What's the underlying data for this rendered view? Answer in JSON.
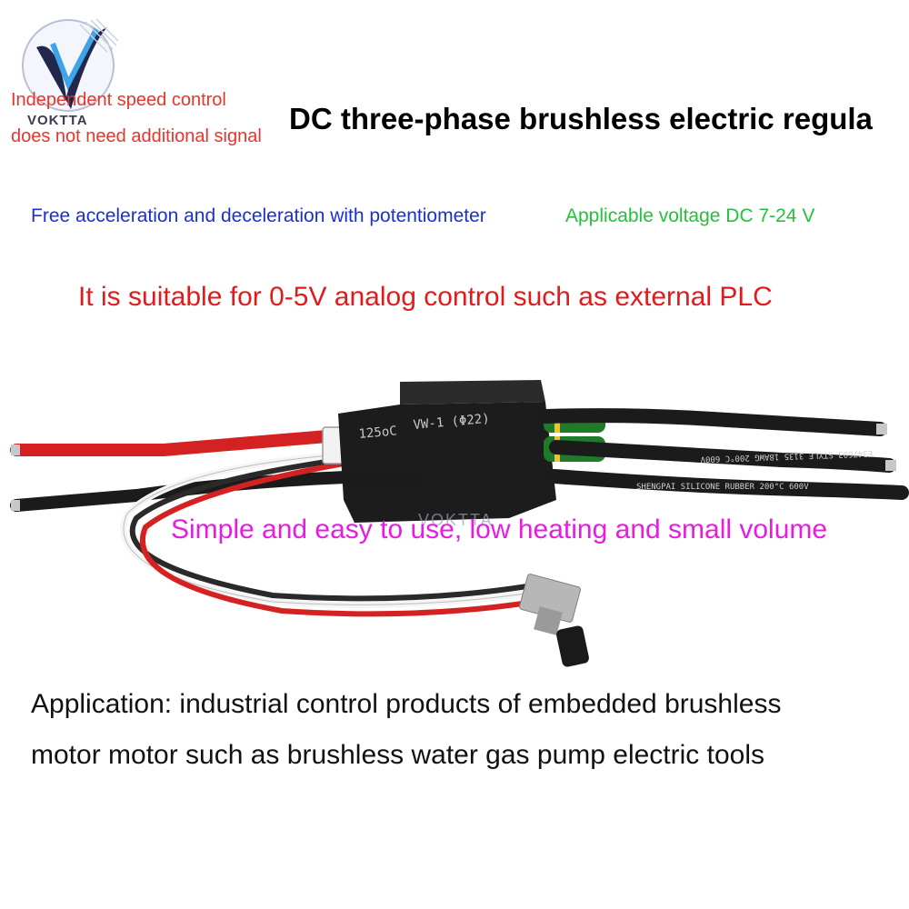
{
  "brand": {
    "logo_name": "VOKTTA"
  },
  "notes": {
    "line1": "Independent speed control",
    "line2": "does not need additional signal"
  },
  "title": "DC three-phase brushless electric regula",
  "features": {
    "acceleration": "Free acceleration and deceleration with potentiometer",
    "voltage": "Applicable voltage DC 7-24 V"
  },
  "plc": "It is suitable for 0-5V analog control such as external PLC",
  "usability": "Simple and easy to use, low heating and small volume",
  "application": {
    "line1": "Application: industrial control products of embedded brushless",
    "line2": "motor motor such as brushless water gas pump electric tools"
  },
  "product_labels": {
    "temp": "125oC",
    "rating": "VW-1 (Φ22)",
    "cable1": "E347603 STYLE 3135 18AWG 200°C 600V",
    "cable2": "SHENGPAI SILICONE RUBBER 200°C 600V",
    "watermark": "VOKTTA"
  },
  "colors": {
    "red_note": "#e8352b",
    "blue": "#1a2fd6",
    "green": "#22c23a",
    "magenta": "#e61ce0",
    "red_headline": "#e11b1b"
  }
}
